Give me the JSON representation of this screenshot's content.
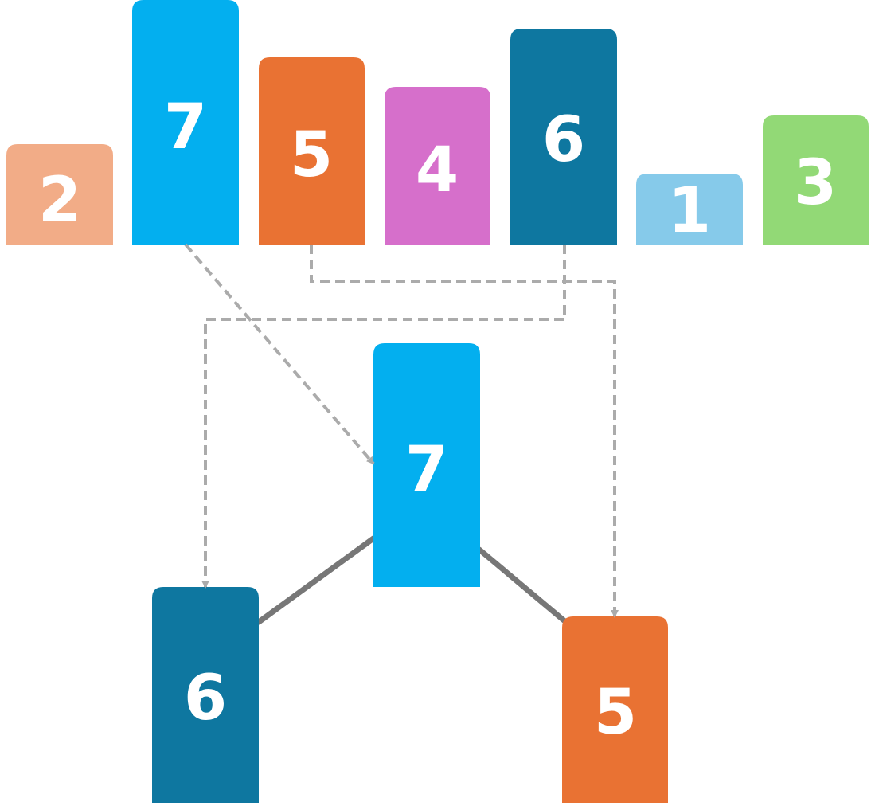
{
  "array": [
    {
      "value": "2",
      "color": "#F2AC87"
    },
    {
      "value": "7",
      "color": "#03AFEF"
    },
    {
      "value": "5",
      "color": "#E97233"
    },
    {
      "value": "4",
      "color": "#D66FCB"
    },
    {
      "value": "6",
      "color": "#0E77A0"
    },
    {
      "value": "1",
      "color": "#86CAEA"
    },
    {
      "value": "3",
      "color": "#92D976"
    }
  ],
  "tree": {
    "root": {
      "value": "7",
      "color": "#03AFEF"
    },
    "left": {
      "value": "6",
      "color": "#0E77A0"
    },
    "right": {
      "value": "5",
      "color": "#E97233"
    }
  },
  "colors": {
    "edge": "#777777",
    "arrow": "#ABABAB"
  }
}
